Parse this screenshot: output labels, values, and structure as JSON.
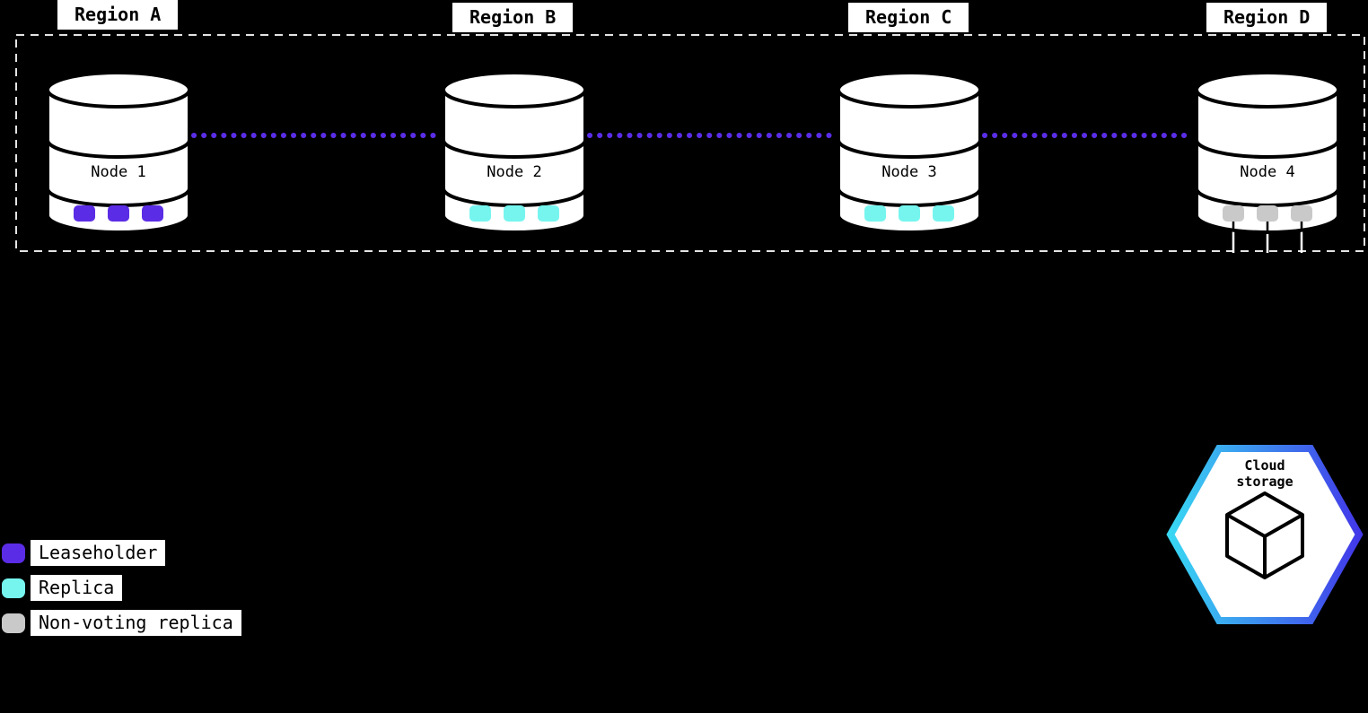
{
  "diagram": {
    "regions": [
      {
        "label": "Region A",
        "node": {
          "label": "Node 1",
          "markers": {
            "type": "leaseholder",
            "count": 3
          }
        }
      },
      {
        "label": "Region B",
        "node": {
          "label": "Node 2",
          "markers": {
            "type": "replica",
            "count": 3
          }
        }
      },
      {
        "label": "Region C",
        "node": {
          "label": "Node 3",
          "markers": {
            "type": "replica",
            "count": 3
          }
        }
      },
      {
        "label": "Region D",
        "node": {
          "label": "Node 4",
          "markers": {
            "type": "non-voting-replica",
            "count": 3
          }
        }
      }
    ],
    "connections": [
      {
        "from": "Node 1",
        "to": "Node 2",
        "style": "dotted"
      },
      {
        "from": "Node 2",
        "to": "Node 3",
        "style": "dotted"
      },
      {
        "from": "Node 3",
        "to": "Node 4",
        "style": "dotted"
      },
      {
        "from": "Node 4",
        "to": "Cloud storage",
        "style": "solid"
      }
    ],
    "legend": {
      "items": [
        {
          "label": "Leaseholder",
          "swatch": "leaseholder"
        },
        {
          "label": "Replica",
          "swatch": "replica"
        },
        {
          "label": "Non-voting replica",
          "swatch": "non-voting"
        }
      ]
    },
    "cloud_storage": {
      "label": "Cloud storage"
    },
    "colors": {
      "background": "#000000",
      "leaseholder": "#5b2ce5",
      "replica": "#76f5ef",
      "non_voting": "#c9c9c9",
      "connector": "#5a2de8",
      "dashed_border": "#e3e3e3",
      "hex_gradient_start": "#38d7f3",
      "hex_gradient_end": "#4238e9"
    }
  }
}
